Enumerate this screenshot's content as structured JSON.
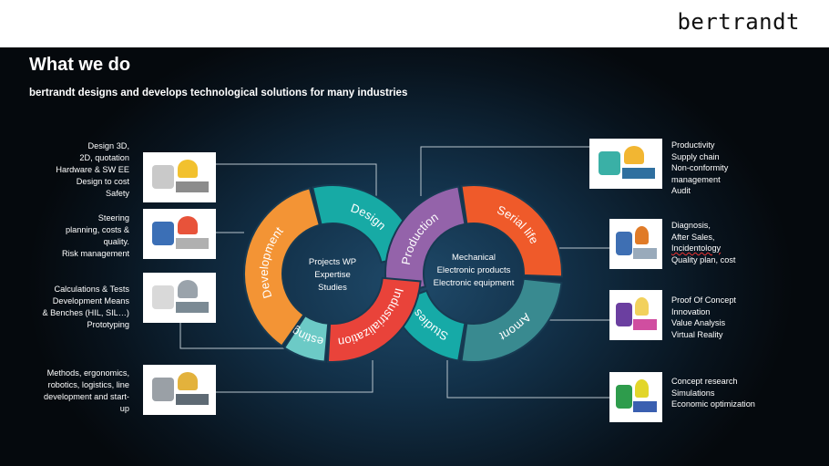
{
  "header": {
    "logo": "bertrandt",
    "title": "What we do",
    "subtitle": "bertrandt designs and develops technological solutions for many industries"
  },
  "left_items": [
    {
      "lines": [
        "Design 3D,",
        "2D, quotation",
        "Hardware & SW EE",
        "Design to cost",
        "Safety"
      ],
      "icon": "design-tools-image"
    },
    {
      "lines": [
        "Steering",
        "planning, costs &",
        "quality.",
        "Risk management"
      ],
      "icon": "dashboard-charts-image"
    },
    {
      "lines": [
        "Calculations & Tests",
        "Development Means",
        "& Benches (HIL, SIL…)",
        "Prototyping"
      ],
      "icon": "test-bench-image"
    },
    {
      "lines": [
        "Methods, ergonomics,",
        "robotics, logistics, line",
        "development and start-",
        "up"
      ],
      "icon": "conveyor-line-image"
    }
  ],
  "right_items": [
    {
      "lines": [
        "Productivity",
        "Supply chain",
        "Non-conformity",
        "management",
        "Audit"
      ],
      "icon": "supply-chain-image"
    },
    {
      "lines": [
        "Diagnosis,",
        "After Sales,",
        "Incidentology",
        "Quality plan, cost"
      ],
      "icon": "fishbone-diagram-image"
    },
    {
      "lines": [
        "Proof Of Concept",
        "Innovation",
        "Value Analysis",
        "Virtual Reality"
      ],
      "icon": "rocket-funnel-image"
    },
    {
      "lines": [
        "Concept research",
        "Simulations",
        "Economic optimization"
      ],
      "icon": "aircraft-simulation-image"
    }
  ],
  "loop": {
    "left_center": [
      "Projects WP",
      "Expertise",
      "Studies"
    ],
    "right_center": [
      "Mechanical",
      "Electronic products",
      "Electronic equipment"
    ],
    "segments": [
      {
        "label": "Development",
        "color": "#f39435"
      },
      {
        "label": "Design",
        "color": "#17aaa5"
      },
      {
        "label": "Industrialization",
        "color": "#e9433a"
      },
      {
        "label": "Testing",
        "color": "#6ccac6"
      },
      {
        "label": "Production",
        "color": "#9463aa"
      },
      {
        "label": "Serial life",
        "color": "#ef5a2a"
      },
      {
        "label": "Amont",
        "color": "#398a90"
      },
      {
        "label": "Studies",
        "color": "#16aaa7"
      }
    ]
  }
}
